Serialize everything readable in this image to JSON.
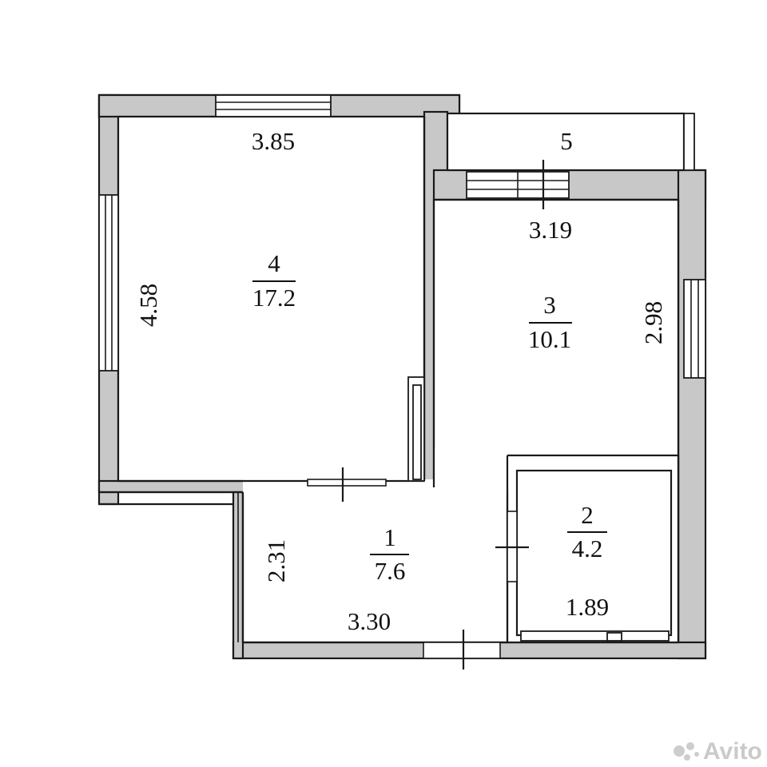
{
  "rooms": [
    {
      "number": "4",
      "area": "17.2"
    },
    {
      "number": "3",
      "area": "10.1"
    },
    {
      "number": "1",
      "area": "7.6"
    },
    {
      "number": "2",
      "area": "4.2"
    },
    {
      "number": "5"
    }
  ],
  "dimensions": {
    "room4_width": "3.85",
    "room4_height": "4.58",
    "room3_width": "3.19",
    "room3_height": "2.98",
    "room1_width": "3.30",
    "room1_height": "2.31",
    "room2_width": "1.89"
  },
  "watermark": {
    "text": "Avito"
  },
  "colors": {
    "wall": "#c8c8c8",
    "line": "#1a1a1a"
  }
}
